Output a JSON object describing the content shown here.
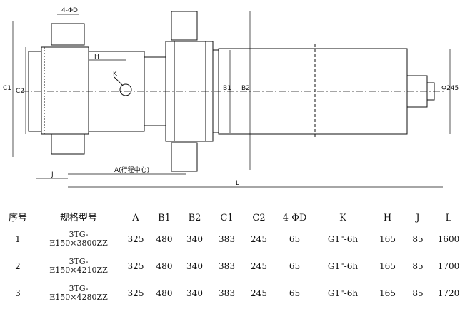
{
  "drawing": {
    "labels": {
      "four_phi_d": "4-ΦD",
      "h": "H",
      "k": "K",
      "c1": "C1",
      "c2": "C2",
      "b1": "B1",
      "b2": "B2",
      "phi_245": "Φ245",
      "j": "J",
      "a": "A(行程中心)",
      "l": "L"
    }
  },
  "table": {
    "headers": [
      "序号",
      "规格型号",
      "A",
      "B1",
      "B2",
      "C1",
      "C2",
      "4-ΦD",
      "K",
      "H",
      "J",
      "L"
    ],
    "rows": [
      {
        "no": "1",
        "model_line1": "3TG-",
        "model_line2": "E150×3800ZZ",
        "a": "325",
        "b1": "480",
        "b2": "340",
        "c1": "383",
        "c2": "245",
        "d": "65",
        "k": "G1\"-6h",
        "h": "165",
        "j": "85",
        "l": "1600"
      },
      {
        "no": "2",
        "model_line1": "3TG-",
        "model_line2": "E150×4210ZZ",
        "a": "325",
        "b1": "480",
        "b2": "340",
        "c1": "383",
        "c2": "245",
        "d": "65",
        "k": "G1\"-6h",
        "h": "165",
        "j": "85",
        "l": "1700"
      },
      {
        "no": "3",
        "model_line1": "3TG-",
        "model_line2": "E150×4280ZZ",
        "a": "325",
        "b1": "480",
        "b2": "340",
        "c1": "383",
        "c2": "245",
        "d": "65",
        "k": "G1\"-6h",
        "h": "165",
        "j": "85",
        "l": "1720"
      }
    ]
  }
}
